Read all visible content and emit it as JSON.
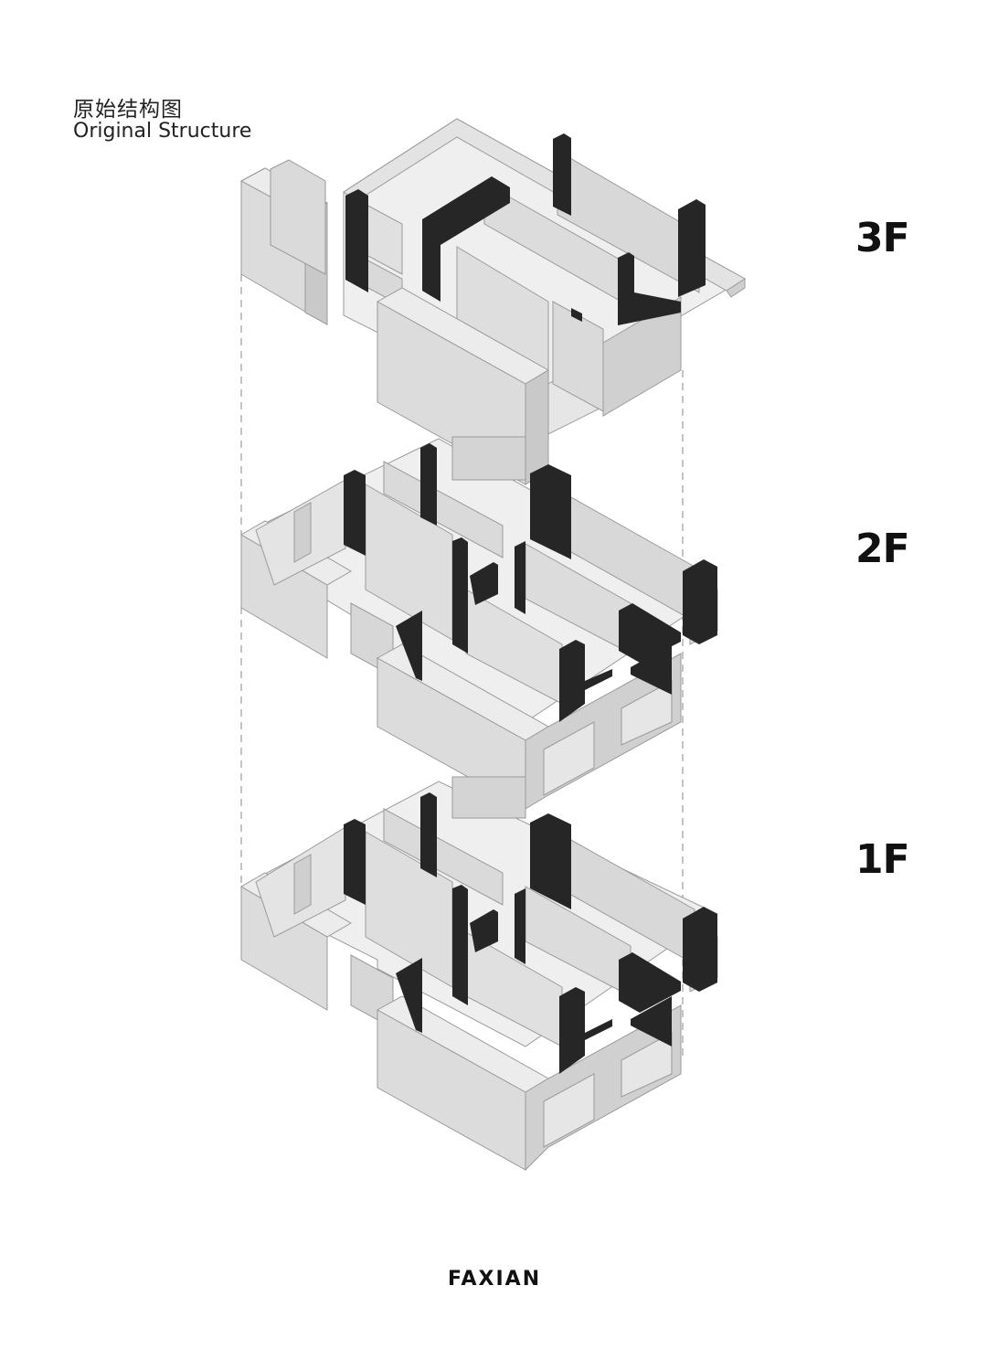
{
  "header": {
    "title_cn": "原始结构图",
    "title_en": "Original Structure"
  },
  "floors": [
    {
      "label": "3F"
    },
    {
      "label": "2F"
    },
    {
      "label": "1F"
    }
  ],
  "footer": {
    "logo": "FAXIAN"
  },
  "colors": {
    "wall_top": "#e2e2e2",
    "wall_face": "#d9d9d9",
    "wall_side": "#c9c9c9",
    "structural_column": "#262626",
    "outline": "#999999"
  }
}
